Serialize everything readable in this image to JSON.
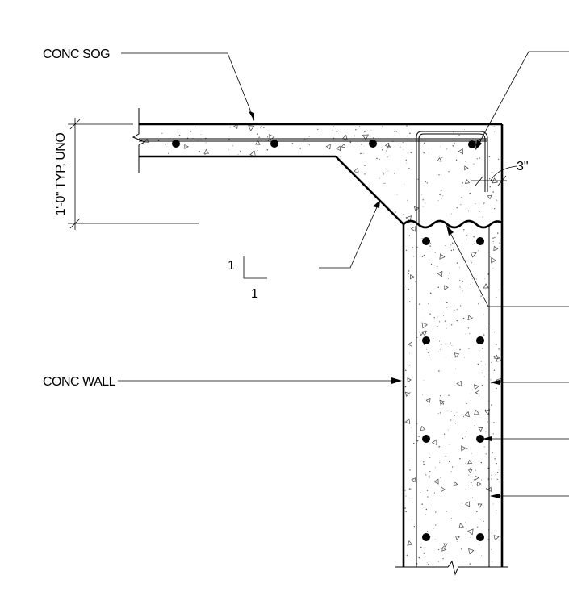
{
  "labels": {
    "slab": "CONC SOG",
    "wall": "CONC WALL",
    "dimension": "1'-0\" TYP, UNO",
    "slope_rise": "1",
    "slope_run": "1",
    "cover": "3\""
  }
}
